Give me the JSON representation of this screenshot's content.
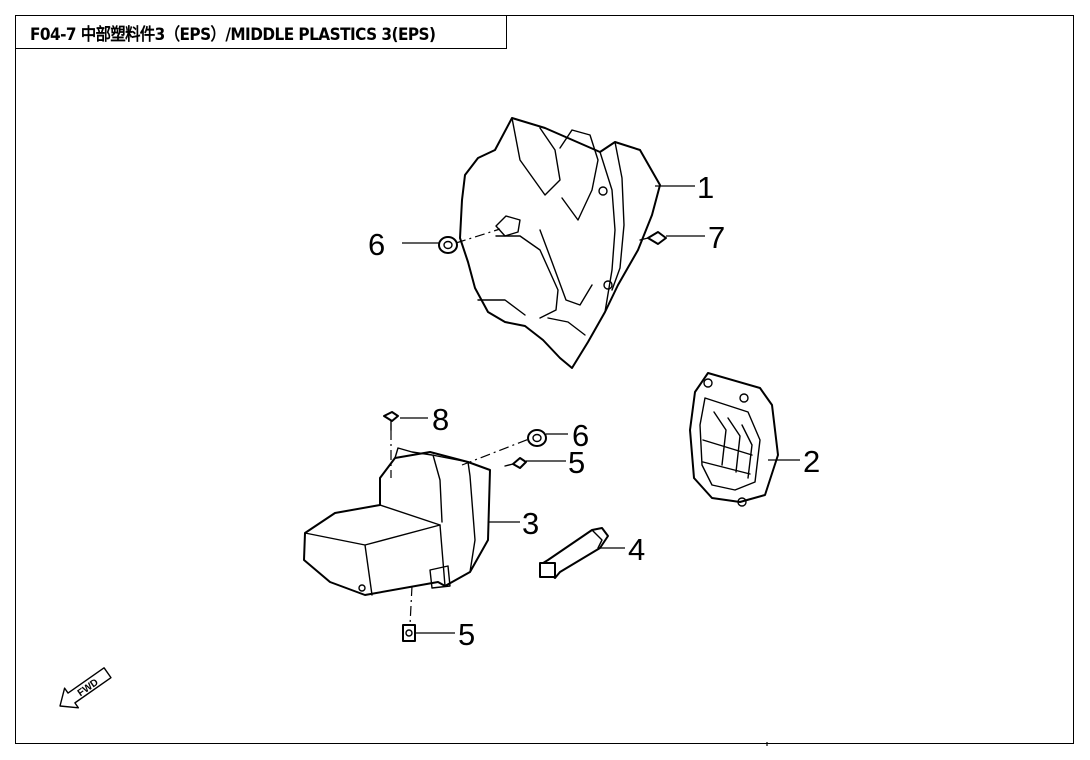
{
  "title": "F04-7 中部塑料件3（EPS）/MIDDLE PLASTICS 3(EPS)",
  "callouts": [
    "1",
    "2",
    "3",
    "4",
    "5",
    "5",
    "6",
    "6",
    "7",
    "8"
  ],
  "fwd_label": "FWD"
}
